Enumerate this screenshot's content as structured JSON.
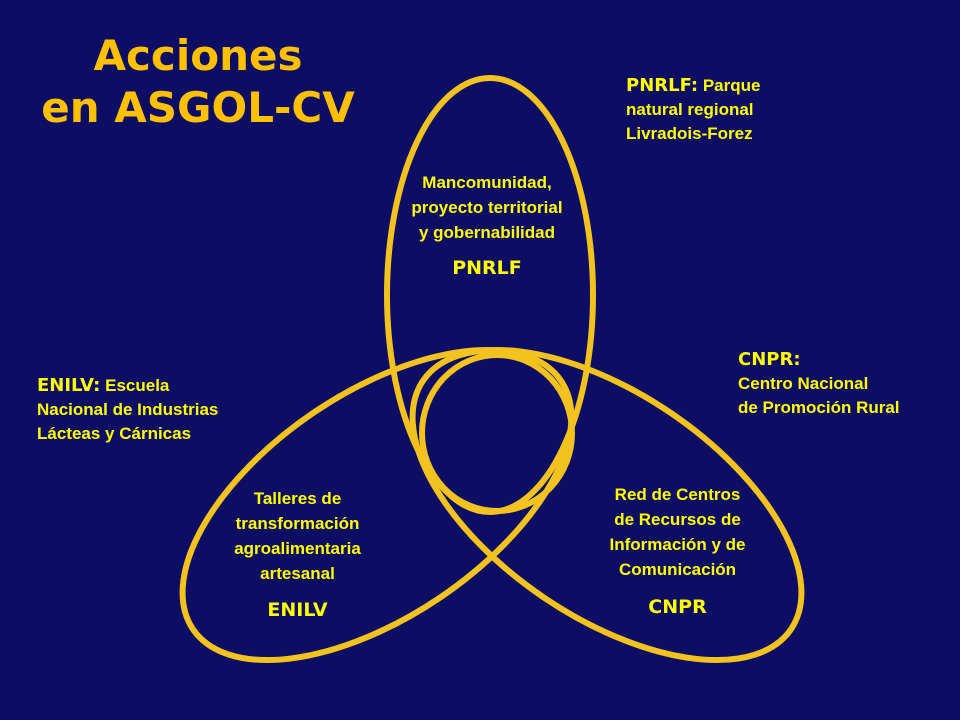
{
  "slide": {
    "background": "#0d0d63",
    "text_color": "#ffff00",
    "title_color": "#ffc000",
    "ring_color": "#f2c21f"
  },
  "title": {
    "line1": "Acciones",
    "line2": "en ASGOL-CV"
  },
  "glossary": {
    "pnrlf": {
      "abbr": "PNRLF:",
      "lines": [
        "Parque",
        "natural regional",
        "Livradois-Forez"
      ]
    },
    "cnpr": {
      "abbr": "CNPR:",
      "lines": [
        "Centro Nacional",
        "de Promoción Rural"
      ]
    },
    "enilv": {
      "abbr": "ENILV:",
      "lines": [
        "Escuela",
        "Nacional de Industrias",
        "Lácteas y Cárnicas"
      ]
    }
  },
  "areas": {
    "pnrlf": {
      "lines": [
        "Mancomunidad,",
        "proyecto territorial",
        "y gobernabilidad"
      ],
      "code": "PNRLF"
    },
    "enilv": {
      "lines": [
        "Talleres de",
        "transformación",
        "agroalimentaria",
        "artesanal"
      ],
      "code": "ENILV"
    },
    "cnpr": {
      "lines": [
        "Red de Centros",
        "de Recursos de",
        "Información y de",
        "Comunicación"
      ],
      "code": "CNPR"
    }
  }
}
